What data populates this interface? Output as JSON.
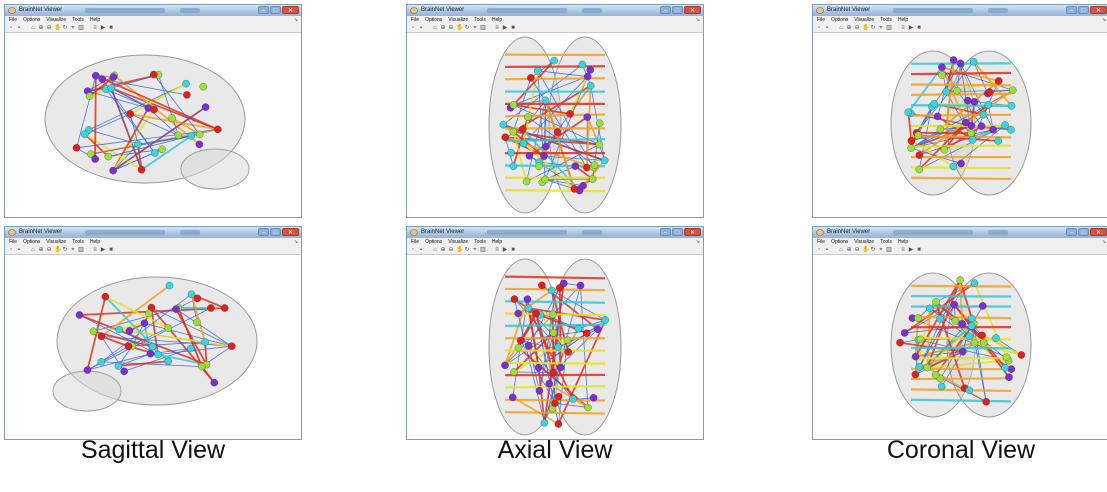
{
  "window_title": "BrainNet Viewer",
  "menu": [
    "File",
    "Options",
    "Visualize",
    "Tools",
    "Help"
  ],
  "toolbar_icons": [
    "new-icon",
    "save-icon",
    "print-icon",
    "zoom-in-icon",
    "zoom-out-icon",
    "pan-icon",
    "rotate-icon",
    "data-cursor-icon",
    "colorbar-icon",
    "legend-icon",
    "play-icon",
    "stop-icon"
  ],
  "captions": {
    "sagittal": "Sagittal View",
    "axial": "Axial View",
    "coronal": "Coronal View"
  },
  "node_colors": [
    "#e02020",
    "#7a2fd0",
    "#3ad4e0",
    "#9be03a"
  ],
  "edge_colors": [
    "#2f62d6",
    "#e03020",
    "#f2a020",
    "#e8e020",
    "#30c8d8"
  ]
}
